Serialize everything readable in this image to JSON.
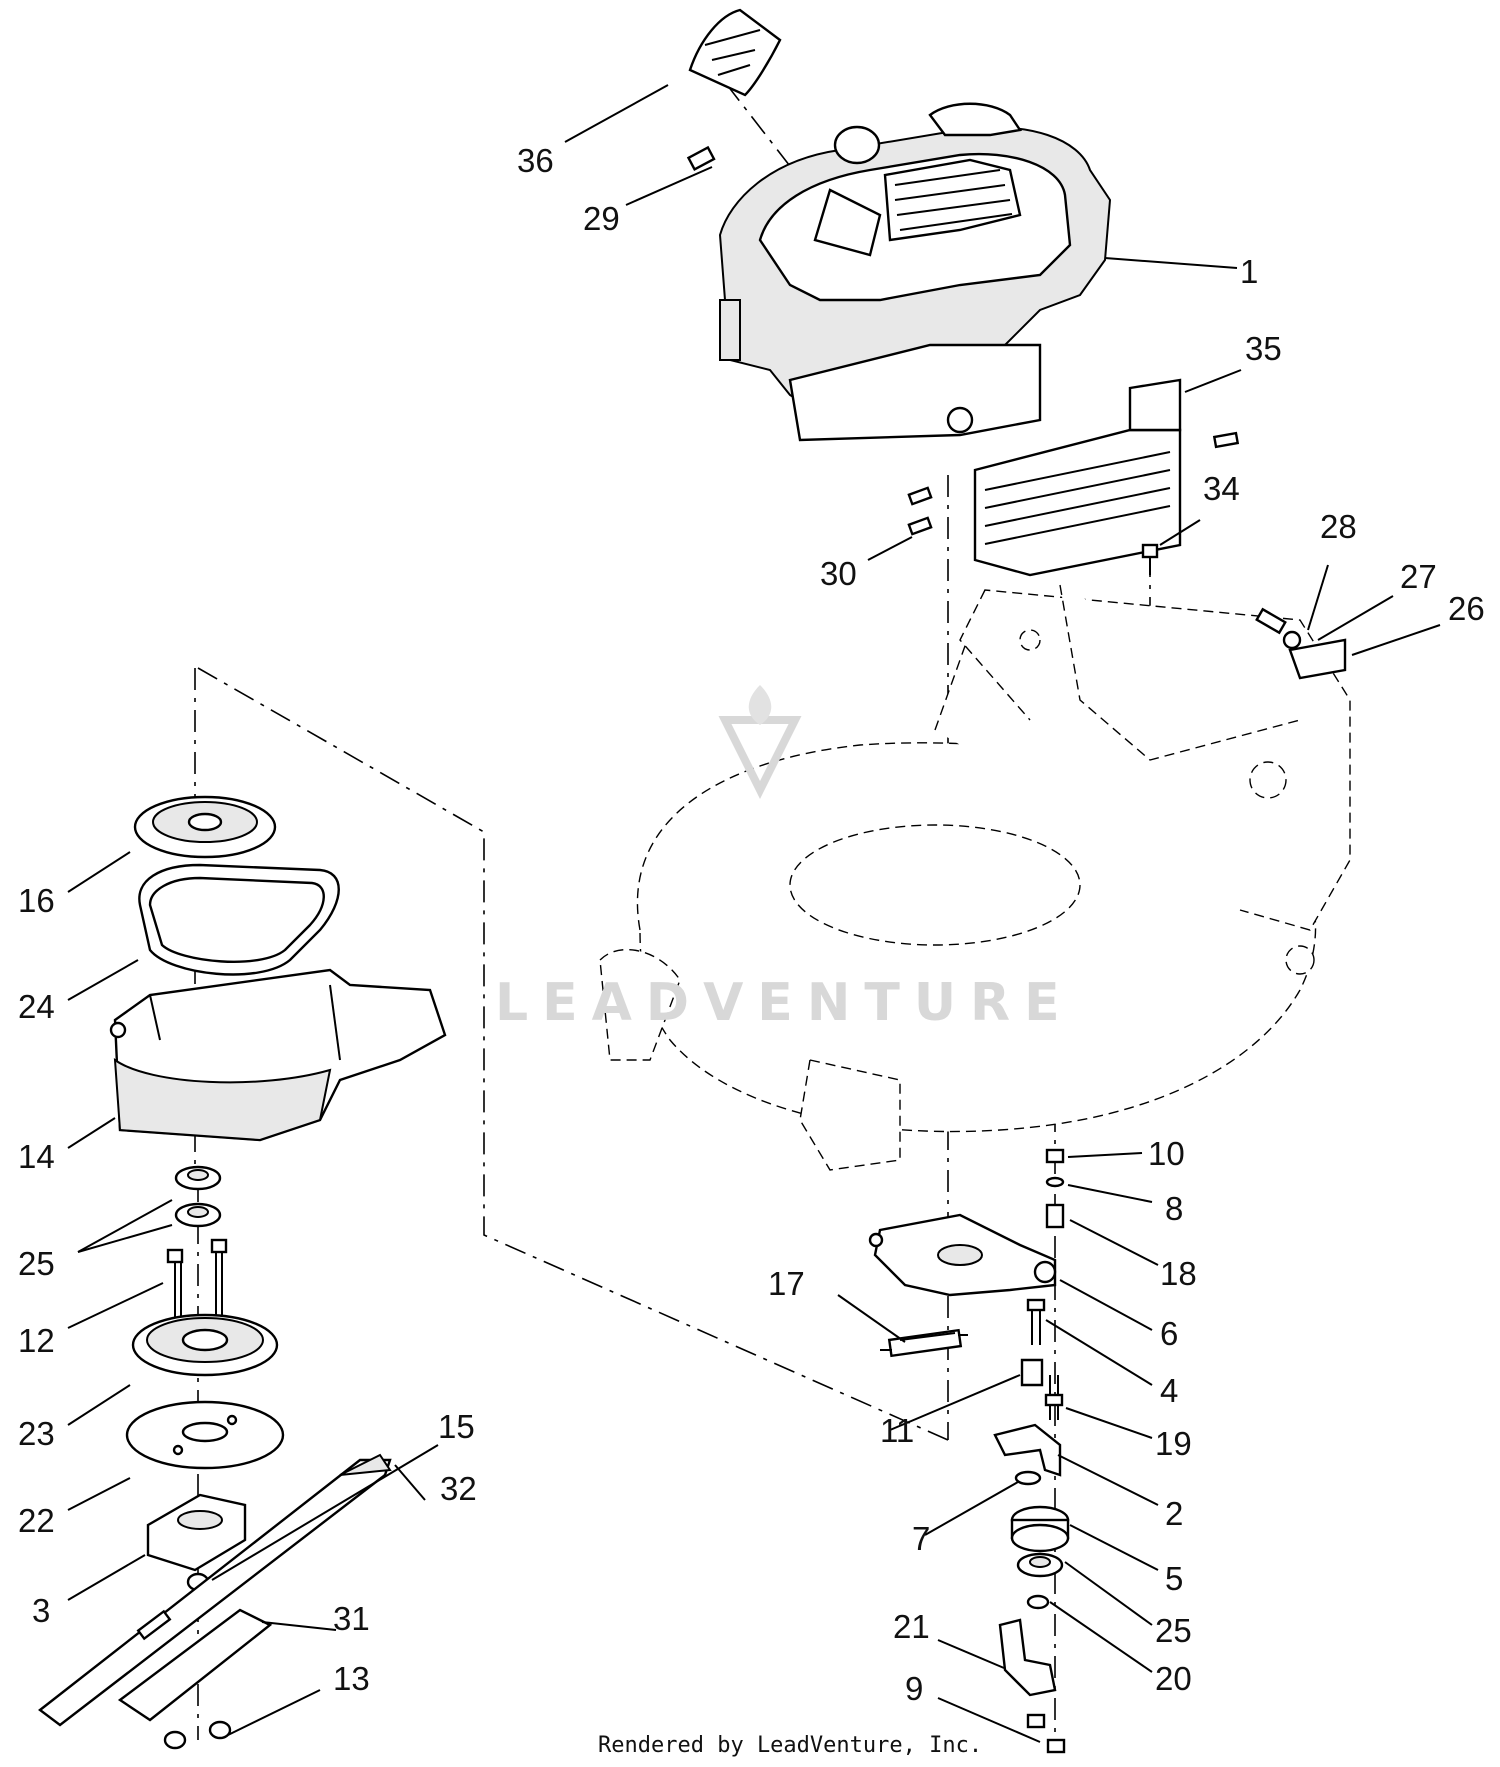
{
  "diagram": {
    "watermark": "LEADVENTURE",
    "footer": "Rendered by LeadVenture, Inc.",
    "callouts": [
      "36",
      "29",
      "1",
      "35",
      "34",
      "30",
      "28",
      "27",
      "26",
      "16",
      "24",
      "14",
      "25",
      "12",
      "23",
      "22",
      "3",
      "15",
      "32",
      "31",
      "13",
      "10",
      "8",
      "18",
      "17",
      "6",
      "4",
      "11",
      "19",
      "2",
      "7",
      "5",
      "25",
      "20",
      "21",
      "9"
    ]
  }
}
